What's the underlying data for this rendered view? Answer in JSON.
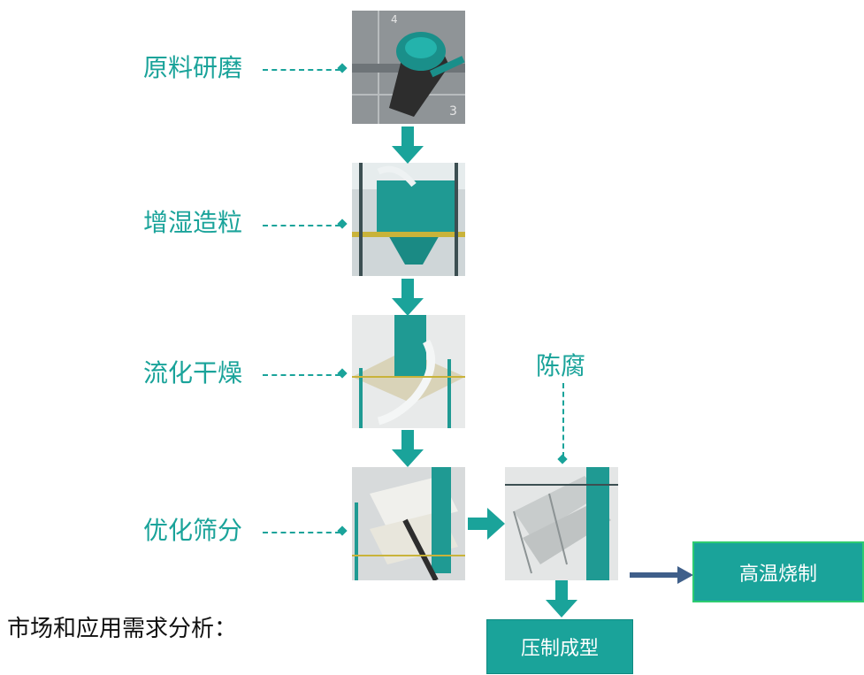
{
  "steps": [
    {
      "label": "原料研磨",
      "icon": "grinding-mill-image"
    },
    {
      "label": "增湿造粒",
      "icon": "granulator-image"
    },
    {
      "label": "流化干燥",
      "icon": "dryer-image"
    },
    {
      "label": "优化筛分",
      "icon": "screening-image"
    }
  ],
  "aging": {
    "label": "陈腐",
    "icon": "aging-silo-image"
  },
  "outputs": {
    "firing": "高温烧制",
    "pressing": "压制成型"
  },
  "heading": "市场和应用需求分析：",
  "colors": {
    "accent": "#1aa39a",
    "arrow": "#1aa39a",
    "firing_border": "#2ecc71",
    "firing_arrow": "#3f5f8a"
  }
}
